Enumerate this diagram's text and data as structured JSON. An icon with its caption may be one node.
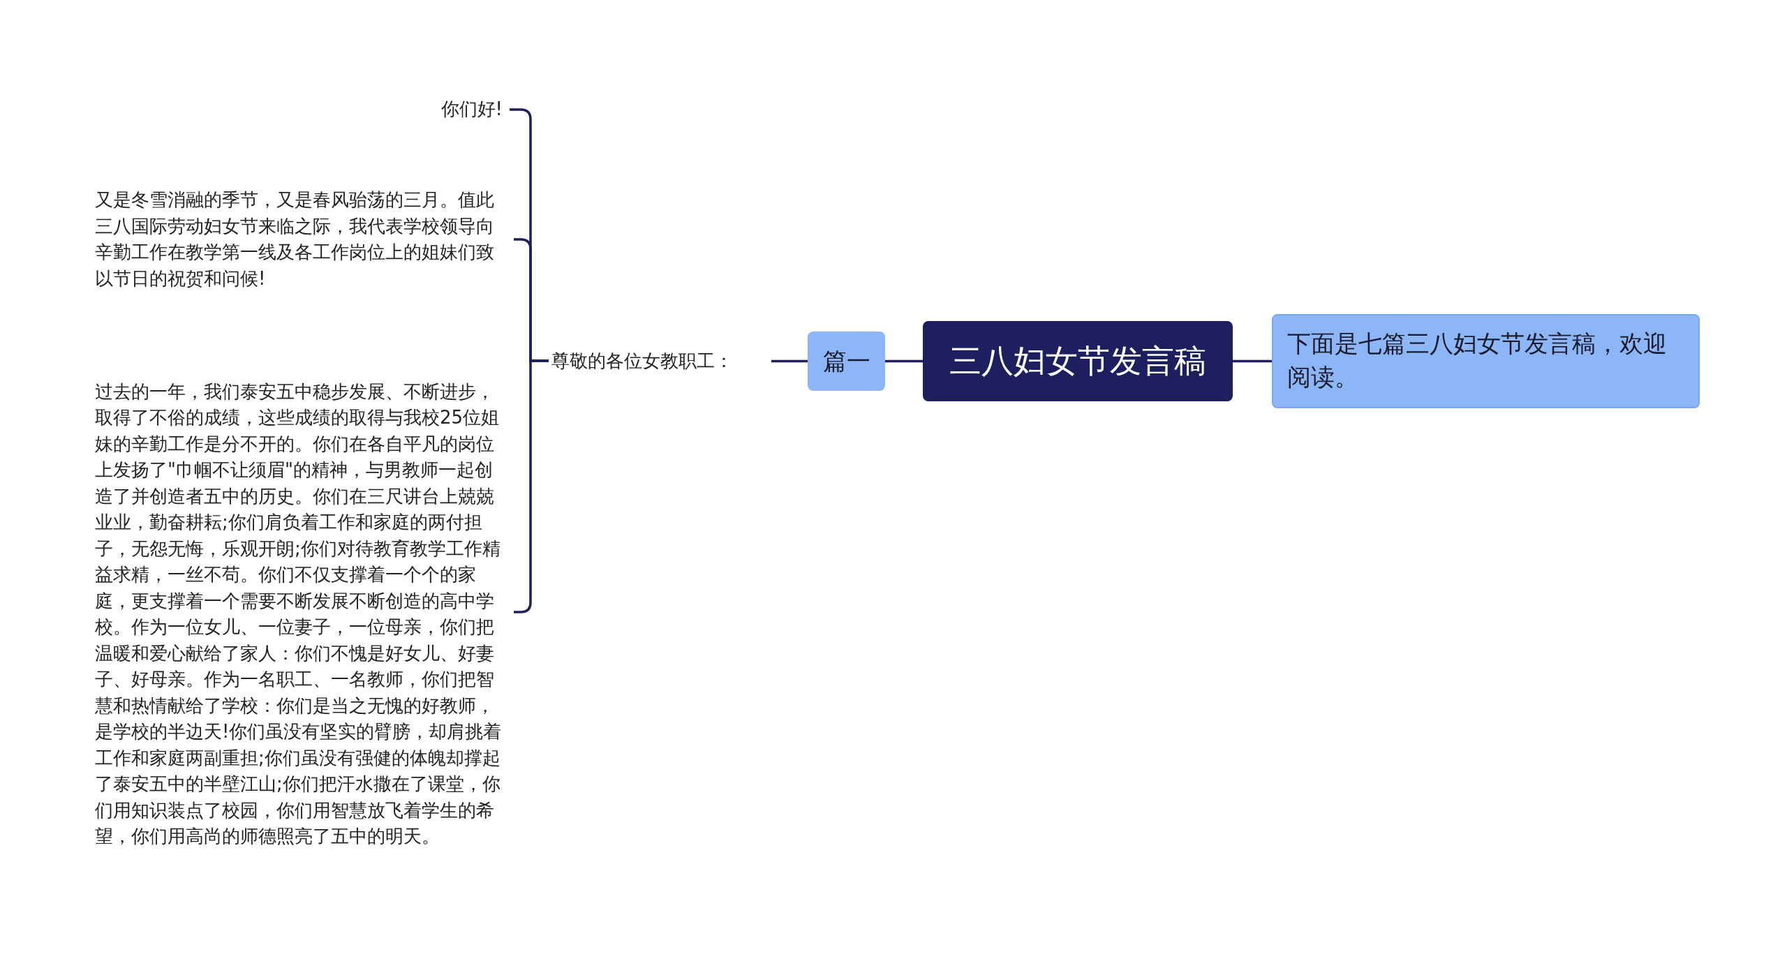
{
  "diagram": {
    "nodes": [
      {
        "text": [
          "三八妇女节发言稿"
        ]
      },
      {
        "text": [
          "下面是七篇三八妇女节发言稿，欢迎阅读。"
        ]
      },
      {
        "text": [
          "篇一"
        ]
      },
      {
        "text": [
          "尊敬的各位女教职工："
        ]
      },
      {
        "text": [
          "你们好!"
        ]
      },
      {
        "text": [
          "又是冬雪消融的季节，又是春风骀荡的三月。值此三八国际劳动妇女节来临之际，我代表学校领导向辛勤工作在教学第一线及各工作岗位上的姐妹们致以节日的祝贺和问候!"
        ]
      },
      {
        "text": [
          "过去的一年，我们泰安五中稳步发展、不断进步，取得了不俗的成绩，这些成绩的取得与我校25位姐妹的辛勤工作是分不开的。你们在各自平凡的岗位上发扬了\"巾帼不让须眉\"的精神，与男教师一起创造了并创造者五中的历史。你们在三尺讲台上兢兢业业，勤奋耕耘;你们肩负着工作和家庭的两付担子，无怨无悔，乐观开朗;你们对待教育教学工作精益求精，一丝不苟。你们不仅支撑着一个个的家庭，更支撑着一个需要不断发展不断创造的高中学校。作为一位女儿、一位妻子，一位母亲，你们把温暖和爱心献给了家人：你们不愧是好女儿、好妻子、好母亲。作为一名职工、一名教师，你们把智慧和热情献给了学校：你们是当之无愧的好教师，是学校的半边天!你们虽没有坚实的臂膀，却肩挑着工作和家庭两副重担;你们虽没有强健的体魄却撑起了泰安五中的半壁江山;你们把汗水撒在了课堂，你们用知识装点了校园，你们用智慧放飞着学生的希望，你们用高尚的师德照亮了五中的明天。"
        ]
      }
    ],
    "edges": [
      {
        "from": 0,
        "to": 1,
        "arrow": "none"
      },
      {
        "from": 0,
        "to": 2,
        "arrow": "none"
      },
      {
        "from": 2,
        "to": 3,
        "arrow": "none"
      },
      {
        "from": 3,
        "to": 4,
        "arrow": "none"
      },
      {
        "from": 3,
        "to": 5,
        "arrow": "none"
      },
      {
        "from": 3,
        "to": 6,
        "arrow": "none"
      }
    ]
  }
}
